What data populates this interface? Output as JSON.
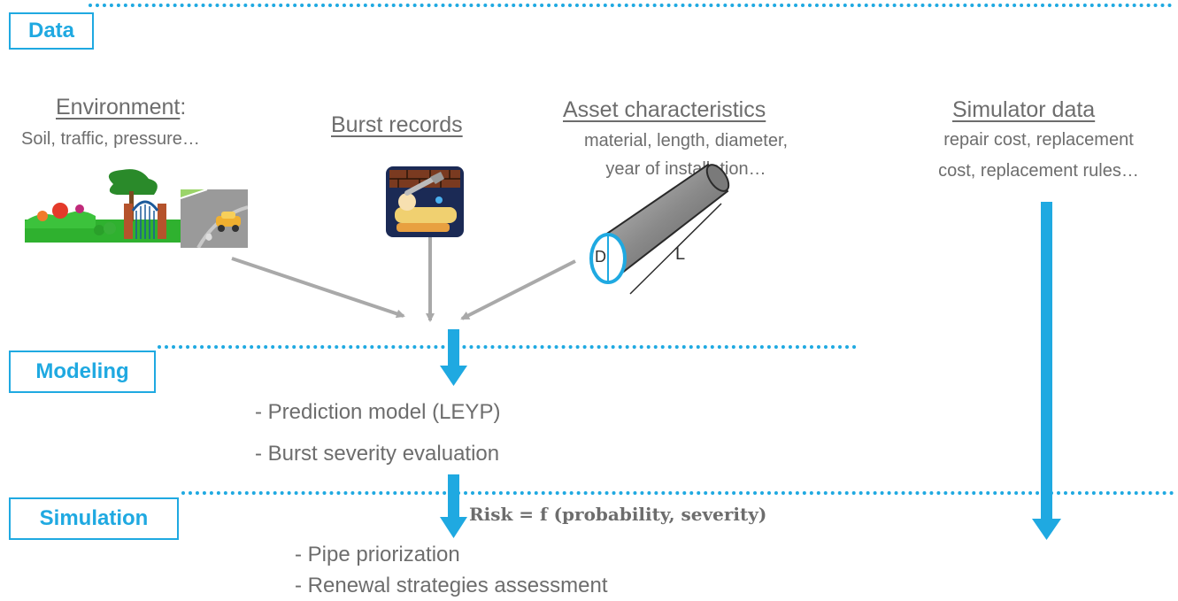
{
  "sections": {
    "data_label": "Data",
    "modeling_label": "Modeling",
    "simulation_label": "Simulation"
  },
  "sources": {
    "environment": {
      "heading": "Environment",
      "suffix": " :",
      "detail": "Soil, traffic, pressure…"
    },
    "burst": {
      "heading": "Burst records"
    },
    "asset": {
      "heading": "Asset characteristics",
      "detail_line1": "material, length, diameter,",
      "detail_line2": "year of installation…",
      "diameter_label": "D",
      "length_label": "L"
    },
    "simulator": {
      "heading": "Simulator data",
      "detail_line1": "repair cost, replacement",
      "detail_line2": "cost, replacement rules…"
    }
  },
  "modeling": {
    "items": [
      "- Prediction model (LEYP)",
      "- Burst severity evaluation"
    ]
  },
  "simulation": {
    "formula": "Risk = f (probability, severity)",
    "items": [
      "- Pipe priorization",
      "- Renewal strategies assessment"
    ]
  },
  "icons": [
    "environment-landscape-icon",
    "traffic-car-icon",
    "burst-repair-icon",
    "pipe-icon"
  ],
  "colors": {
    "accent": "#1fa9e1",
    "text": "#6d6d6d",
    "arrow_gray": "#a9a9a9"
  }
}
